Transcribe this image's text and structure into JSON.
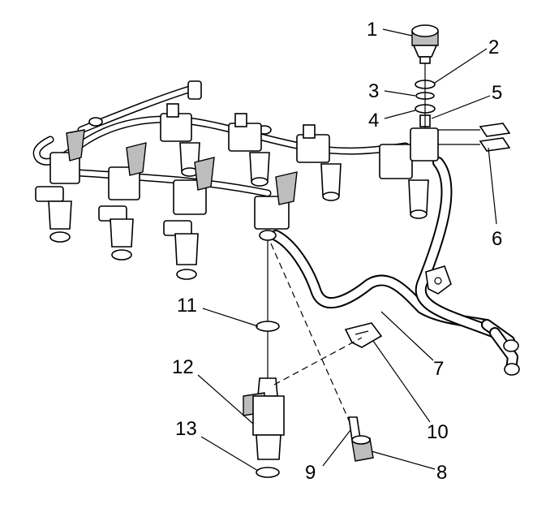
{
  "diagram": {
    "callouts": [
      {
        "id": "1",
        "label": "1"
      },
      {
        "id": "2",
        "label": "2"
      },
      {
        "id": "3",
        "label": "3"
      },
      {
        "id": "4",
        "label": "4"
      },
      {
        "id": "5",
        "label": "5"
      },
      {
        "id": "6",
        "label": "6"
      },
      {
        "id": "7",
        "label": "7"
      },
      {
        "id": "8",
        "label": "8"
      },
      {
        "id": "9",
        "label": "9"
      },
      {
        "id": "10",
        "label": "10"
      },
      {
        "id": "11",
        "label": "11"
      },
      {
        "id": "12",
        "label": "12"
      },
      {
        "id": "13",
        "label": "13"
      }
    ],
    "colors": {
      "line": "#000000",
      "background": "#ffffff",
      "shade": "#bdbdbd"
    }
  }
}
